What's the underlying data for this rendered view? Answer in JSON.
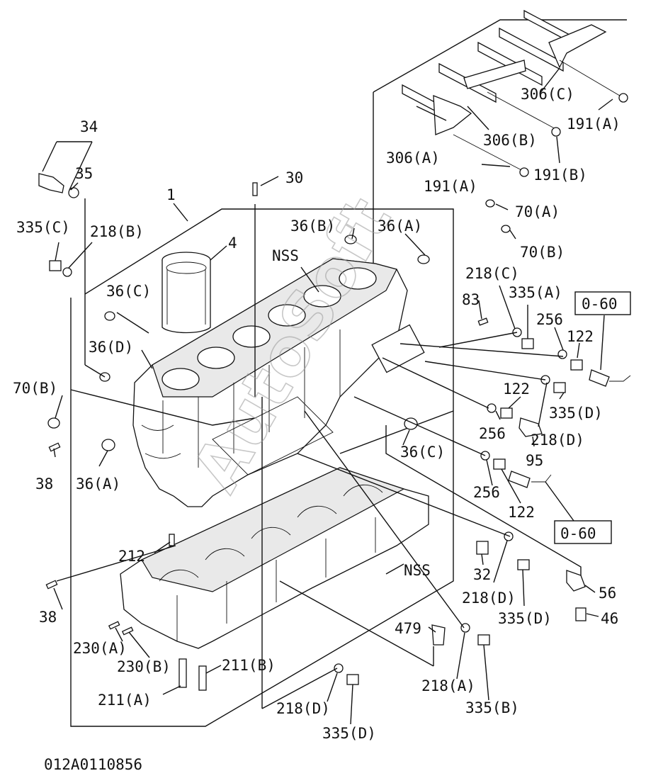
{
  "diagram": {
    "figure_code": "012A0110856",
    "watermark": "AutoSoft",
    "callouts": {
      "c1": "1",
      "c4": "4",
      "c30": "30",
      "c32": "32",
      "c34": "34",
      "c35": "35",
      "c38_top": "38",
      "c38_bottom": "38",
      "c46": "46",
      "c56": "56",
      "c83": "83",
      "c95": "95",
      "c122_a": "122",
      "c122_b": "122",
      "c122_c": "122",
      "c212": "212",
      "c256_a": "256",
      "c256_b": "256",
      "c256_c": "256",
      "c479": "479",
      "c_nss_top": "NSS",
      "c_nss_bottom": "NSS",
      "c191a_1": "191(A)",
      "c191a_2": "191(A)",
      "c191b": "191(B)",
      "c306a": "306(A)",
      "c306b": "306(B)",
      "c306c": "306(C)",
      "c335c": "335(C)",
      "c218b": "218(B)",
      "c36b": "36(B)",
      "c36a_top": "36(A)",
      "c36a_left": "36(A)",
      "c36c_left": "36(C)",
      "c36c_mid": "36(C)",
      "c36d": "36(D)",
      "c70a": "70(A)",
      "c70b_right": "70(B)",
      "c70b_left": "70(B)",
      "c218c": "218(C)",
      "c335a": "335(A)",
      "c335d_a": "335(D)",
      "c218d_a": "218(D)",
      "c218d_b": "218(D)",
      "c335d_b": "335(D)",
      "c218d_c": "218(D)",
      "c335d_c": "335(D)",
      "c218a": "218(A)",
      "c335b": "335(B)",
      "c230a": "230(A)",
      "c230b": "230(B)",
      "c211a": "211(A)",
      "c211b": "211(B)",
      "c060_top": "0-60",
      "c060_bottom": "0-60"
    }
  }
}
